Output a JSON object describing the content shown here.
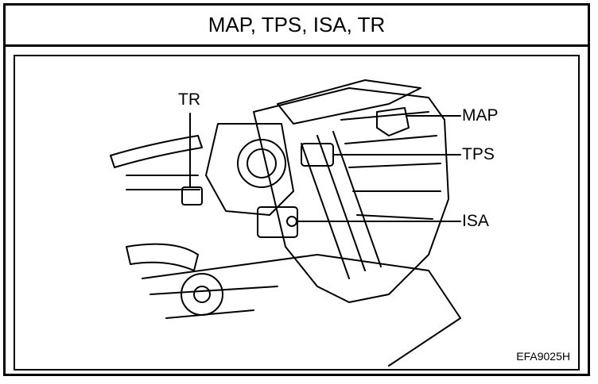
{
  "title": "MAP, TPS, ISA, TR",
  "labels": {
    "tr": "TR",
    "map": "MAP",
    "tps": "TPS",
    "isa": "ISA"
  },
  "figure_code": "EFA9025H",
  "icons": [
    "engine-illustration"
  ]
}
